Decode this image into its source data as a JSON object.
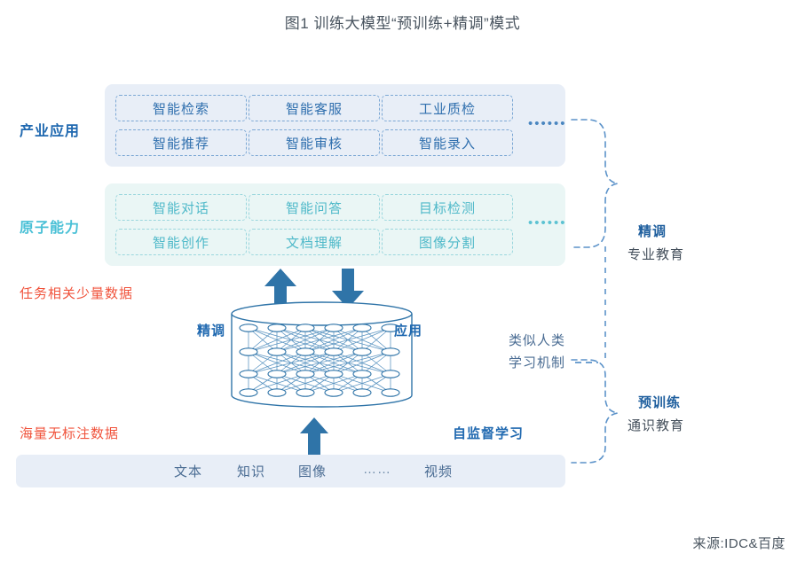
{
  "title": "图1 训练大模型“预训练+精调”模式",
  "rows": {
    "industry": {
      "label": "产业应用",
      "chips": [
        "智能检索",
        "智能客服",
        "工业质检",
        "智能推荐",
        "智能审核",
        "智能录入"
      ],
      "ellipsis": "••••••"
    },
    "atomic": {
      "label": "原子能力",
      "chips": [
        "智能对话",
        "智能问答",
        "目标检测",
        "智能创作",
        "文档理解",
        "图像分割"
      ],
      "ellipsis": "••••••"
    }
  },
  "annotations": {
    "task_data": "任务相关少量数据",
    "mass_data": "海量无标注数据",
    "self_supervised": "自监督学习",
    "human_like": [
      "类似人类",
      "学习机制"
    ]
  },
  "model": {
    "left_label": "精调",
    "right_label": "应用"
  },
  "data_bar": {
    "items": [
      "文本",
      "知识",
      "图像",
      "……",
      "视频"
    ]
  },
  "braces": {
    "finetune": {
      "title": "精调",
      "subtitle": "专业教育"
    },
    "pretrain": {
      "title": "预训练",
      "subtitle": "通识教育"
    }
  },
  "source": "来源:IDC&百度",
  "colors": {
    "panel_blue_bg": "#e8eef7",
    "panel_teal_bg": "#eaf6f5",
    "chip_blue_border": "#7ba7d4",
    "chip_blue_text": "#2f6fae",
    "chip_teal_border": "#9ad6dd",
    "chip_teal_text": "#4fb9c9",
    "label_blue": "#2069b0",
    "label_teal": "#49c0d6",
    "accent_red": "#f0533c",
    "arrow_blue": "#2f74a8",
    "cylinder_stroke": "#2f74a8",
    "brace_dash": "#5b92c9"
  }
}
